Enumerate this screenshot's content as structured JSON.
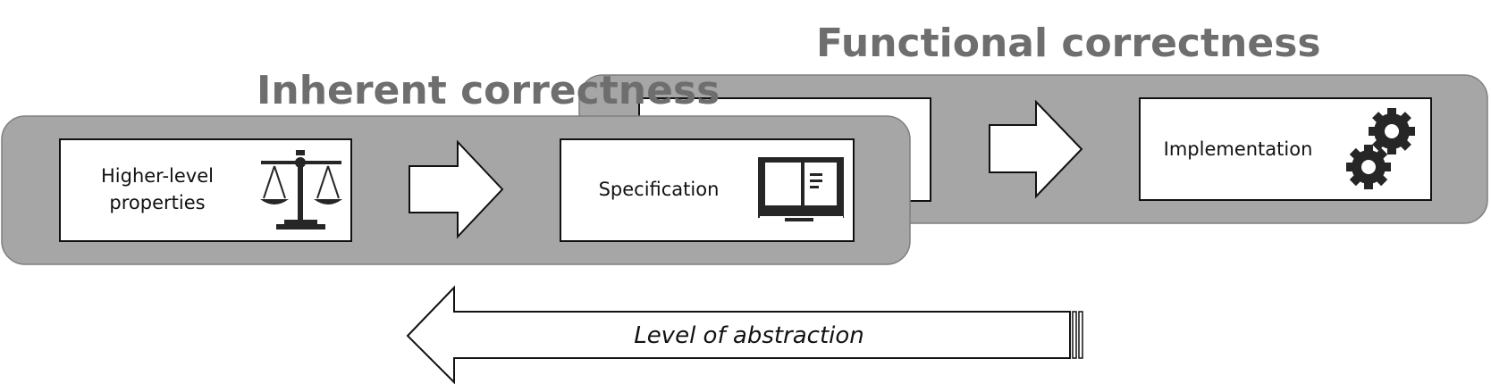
{
  "titles": {
    "functional": "Functional correctness",
    "inherent": "Inherent correctness"
  },
  "boxes": {
    "properties": {
      "line1": "Higher-level",
      "line2": "properties",
      "icon": "scales-icon"
    },
    "specification": {
      "label": "Specification",
      "icon": "book-icon"
    },
    "implementation": {
      "label": "Implementation",
      "icon": "gears-icon"
    }
  },
  "abstraction_arrow": {
    "label": "Level of abstraction",
    "direction": "left"
  },
  "colors": {
    "panel": "#a6a6a6",
    "title": "#6e6e6e",
    "box": "#ffffff",
    "icon": "#262626"
  }
}
